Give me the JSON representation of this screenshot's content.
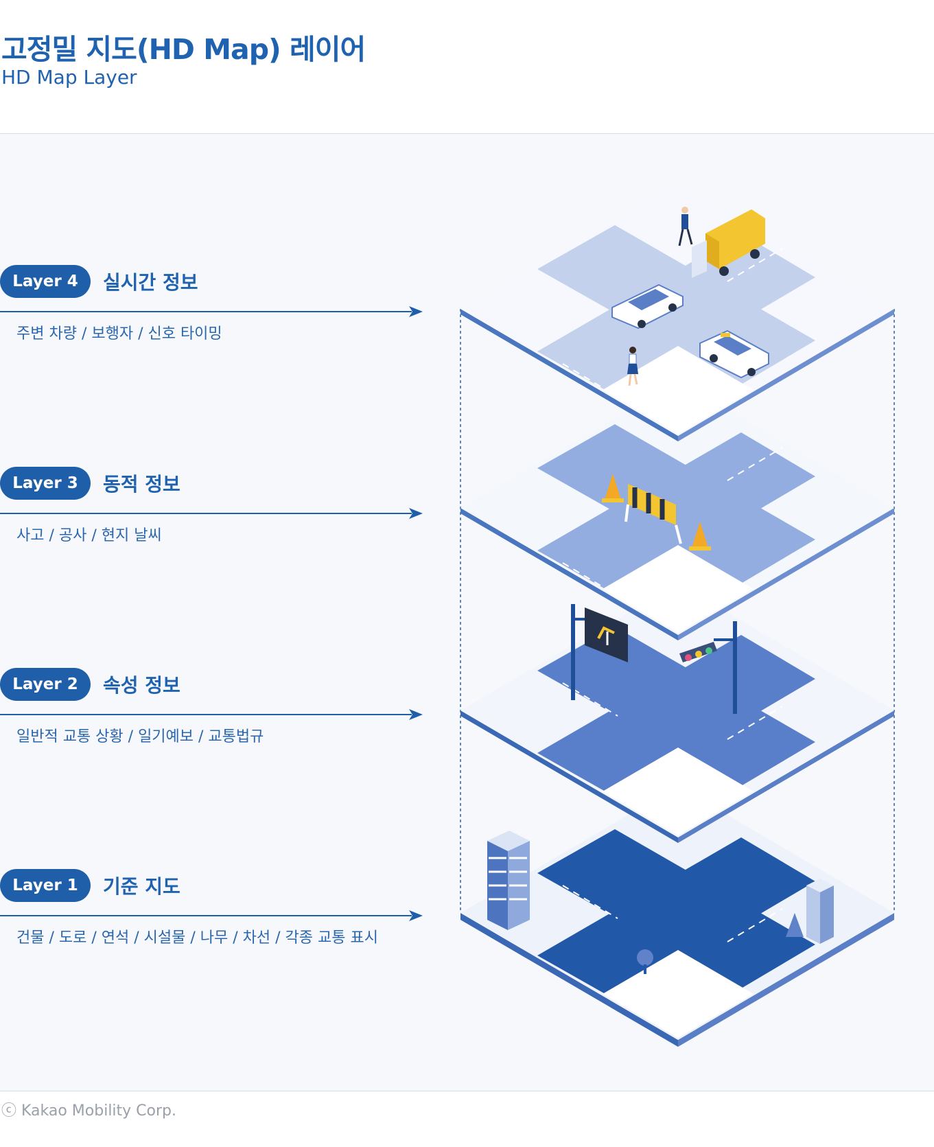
{
  "header": {
    "title": "고정밀 지도(HD Map) 레이어",
    "subtitle": "HD Map Layer"
  },
  "layers": [
    {
      "badge": "Layer 4",
      "name": "실시간 정보",
      "description": "주변 차량 / 보행자 / 신호 타이밍"
    },
    {
      "badge": "Layer 3",
      "name": "동적 정보",
      "description": "사고 / 공사 / 현지 날씨"
    },
    {
      "badge": "Layer 2",
      "name": "속성 정보",
      "description": "일반적 교통 상황 / 일기예보 / 교통법규"
    },
    {
      "badge": "Layer 1",
      "name": "기준 지도",
      "description": "건물 / 도로 / 연석 / 시설물 / 나무 / 차선 / 각종 교통 표시"
    }
  ],
  "footer": {
    "copyright": "ⓒ Kakao Mobility Corp."
  },
  "colors": {
    "primary": "#1f5ea8",
    "panel_bg": "#f7f8fc",
    "layer4_road": "#c3d1ec",
    "layer3_road": "#93ade0",
    "layer2_road": "#5a7fca",
    "layer1_road": "#2258a8"
  },
  "icons": [
    "arrow-right-icon",
    "truck-icon",
    "car-icon",
    "taxi-icon",
    "pedestrian-icon",
    "traffic-cone-icon",
    "barricade-icon",
    "road-sign-icon",
    "traffic-light-icon",
    "building-icon",
    "tree-icon"
  ]
}
